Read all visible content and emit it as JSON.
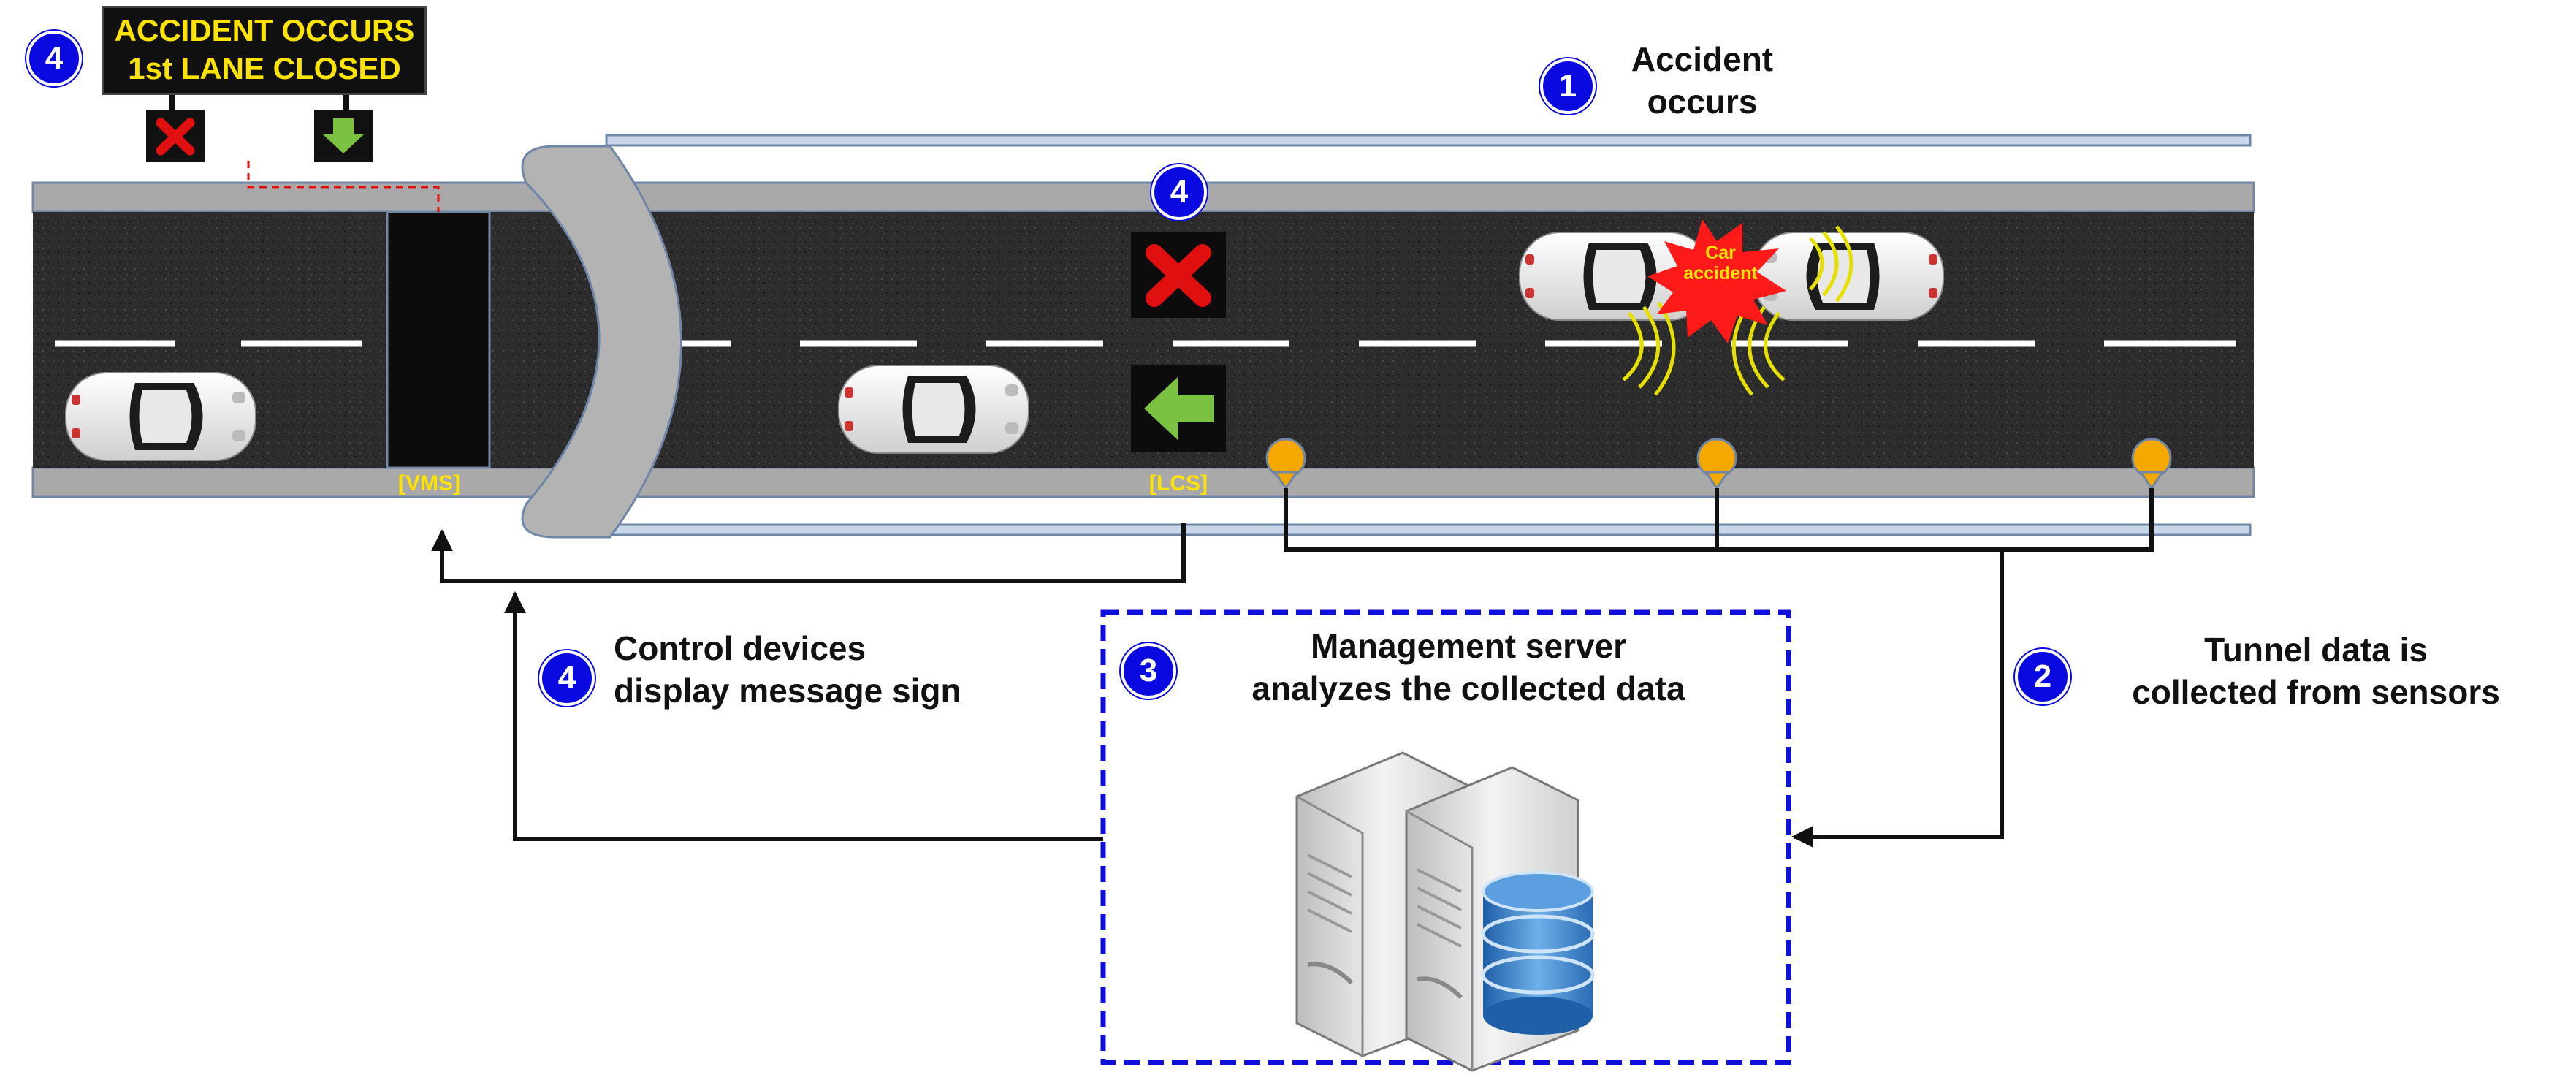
{
  "steps": {
    "step1": {
      "number": "1",
      "text_line1": "Accident",
      "text_line2": "occurs"
    },
    "step2": {
      "number": "2",
      "text_line1": "Tunnel data is",
      "text_line2": "collected from sensors"
    },
    "step3": {
      "number": "3",
      "text_line1": "Management server",
      "text_line2": "analyzes the collected data"
    },
    "step4_control": {
      "number": "4",
      "text_line1": "Control devices",
      "text_line2": "display message sign"
    },
    "step4_vms": {
      "number": "4"
    },
    "step4_lcs": {
      "number": "4"
    }
  },
  "vms_sign": {
    "line1": "ACCIDENT OCCURS",
    "line2": "1st LANE CLOSED"
  },
  "devices": {
    "vms_label": "[VMS]",
    "lcs_label": "[LCS]"
  },
  "accident": {
    "line1": "Car",
    "line2": "accident"
  },
  "colors": {
    "badge_blue": "#0a0ae0",
    "sign_yellow": "#ffe400",
    "cross_red": "#e01010",
    "arrow_green": "#7cc242",
    "sensor_orange": "#f5a800",
    "tunnel_gray": "#a9a9a9",
    "server_box_dash": "#1010dd"
  },
  "icons": [
    "cross-icon",
    "down-arrow-icon",
    "left-arrow-icon",
    "server-icon",
    "database-icon",
    "sensor-icon",
    "car-icon",
    "crash-burst-icon"
  ]
}
